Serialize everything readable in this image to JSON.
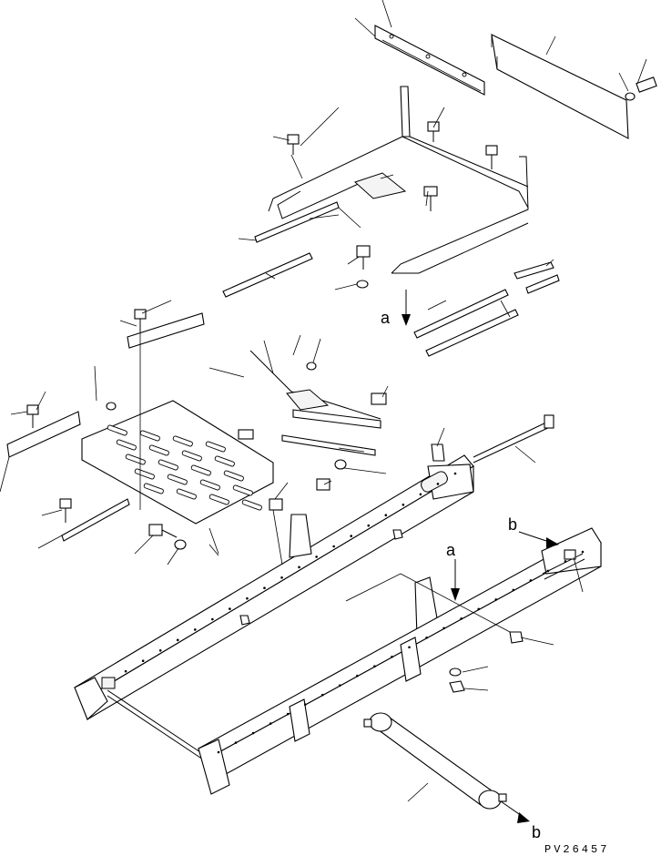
{
  "labels": {
    "a_upper": "a",
    "a_lower": "a",
    "b_upper": "b",
    "b_lower": "b"
  },
  "drawing_code": "PV26457"
}
